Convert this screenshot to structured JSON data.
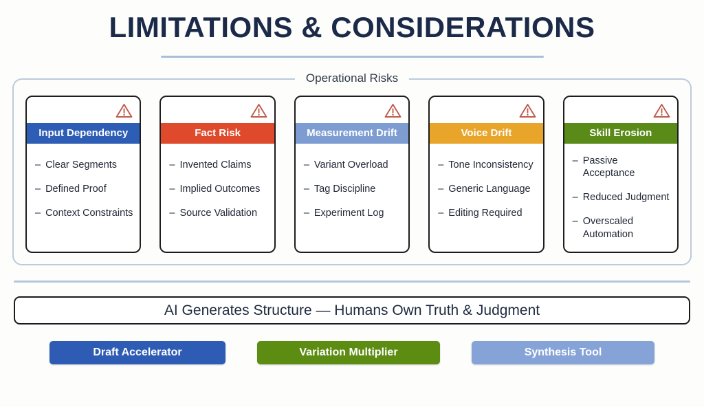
{
  "page": {
    "title": "LIMITATIONS & CONSIDERATIONS"
  },
  "bullet": "–",
  "section": {
    "label": "Operational Risks",
    "warning_icon": "warning-triangle",
    "warning_color": "#bf5b4a",
    "cards": [
      {
        "title": "Input Dependency",
        "color": "#2d5db5",
        "items": [
          "Clear Segments",
          "Defined Proof",
          "Context Constraints"
        ]
      },
      {
        "title": "Fact Risk",
        "color": "#de4a2b",
        "items": [
          "Invented Claims",
          "Implied Outcomes",
          "Source Validation"
        ]
      },
      {
        "title": "Measurement Drift",
        "color": "#7d9dd2",
        "items": [
          "Variant Overload",
          "Tag Discipline",
          "Experiment Log"
        ]
      },
      {
        "title": "Voice Drift",
        "color": "#e8a52a",
        "items": [
          "Tone Inconsistency",
          "Generic Language",
          "Editing Required"
        ]
      },
      {
        "title": "Skill Erosion",
        "color": "#5a8a17",
        "items": [
          "Passive\nAcceptance",
          "Reduced Judgment",
          "Overscaled\nAutomation"
        ]
      }
    ]
  },
  "banner": {
    "text": "AI Generates Structure — Humans Own Truth & Judgment"
  },
  "footer": {
    "buttons": [
      {
        "label": "Draft Accelerator",
        "color": "#2e5cb4"
      },
      {
        "label": "Variation Multiplier",
        "color": "#5c8c12"
      },
      {
        "label": "Synthesis Tool",
        "color": "#86a3d8"
      }
    ]
  }
}
